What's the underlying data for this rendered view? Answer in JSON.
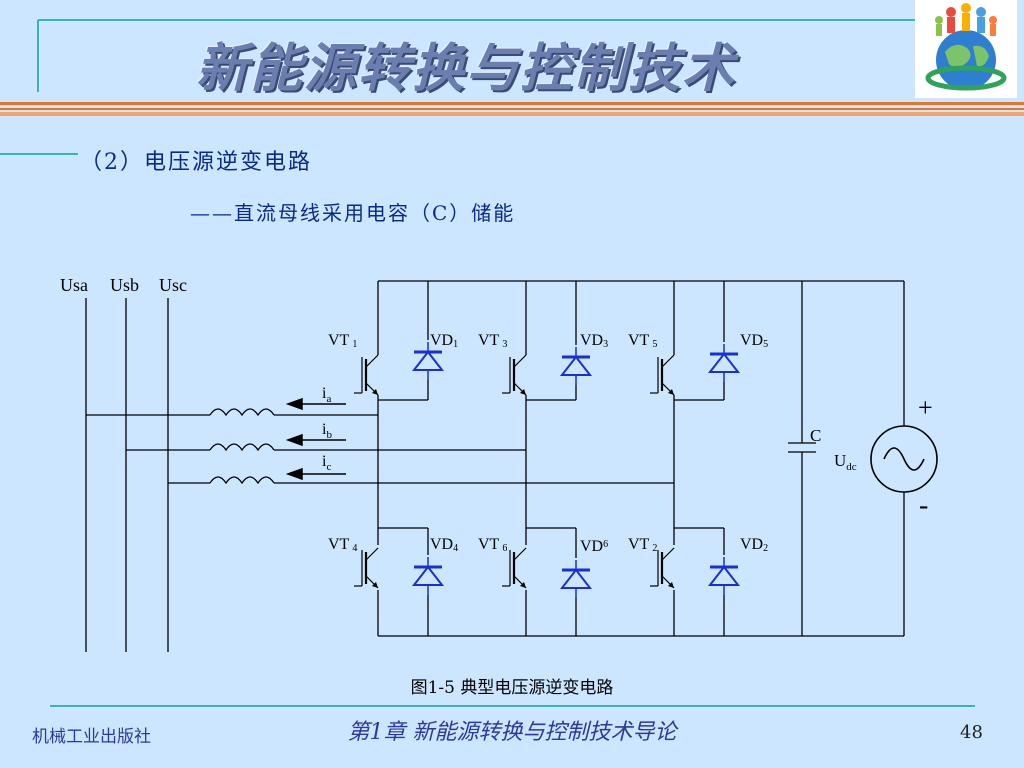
{
  "slide": {
    "title": "新能源转换与控制技术",
    "subtitle1": "（2）电压源逆变电路",
    "subtitle2": "——直流母线采用电容（C）储能",
    "caption": "图1-5 典型电压源逆变电路",
    "publisher": "机械工业出版社",
    "chapter": "第1章  新能源转换与控制技术导论",
    "page_number": "48"
  },
  "diagram": {
    "sources": [
      "Usa",
      "Usb",
      "Usc"
    ],
    "upper_switches": [
      {
        "vt": "VT",
        "vt_sub": "1",
        "vd": "VD",
        "vd_sub": "1"
      },
      {
        "vt": "VT",
        "vt_sub": "3",
        "vd": "VD",
        "vd_sub": "3"
      },
      {
        "vt": "VT",
        "vt_sub": "5",
        "vd": "VD",
        "vd_sub": "5"
      }
    ],
    "lower_switches": [
      {
        "vt": "VT",
        "vt_sub": "4",
        "vd": "VD",
        "vd_sub": "4"
      },
      {
        "vt": "VT",
        "vt_sub": "6",
        "vd": "VD",
        "vd_sub": "6"
      },
      {
        "vt": "VT",
        "vt_sub": "2",
        "vd": "VD",
        "vd_sub": "2"
      }
    ],
    "currents": [
      {
        "main": "i",
        "sub": "a"
      },
      {
        "main": "i",
        "sub": "b"
      },
      {
        "main": "i",
        "sub": "c"
      }
    ],
    "capacitor": "C",
    "dc_voltage": {
      "main": "U",
      "sub": "dc"
    },
    "plus": "+",
    "minus": "-"
  }
}
